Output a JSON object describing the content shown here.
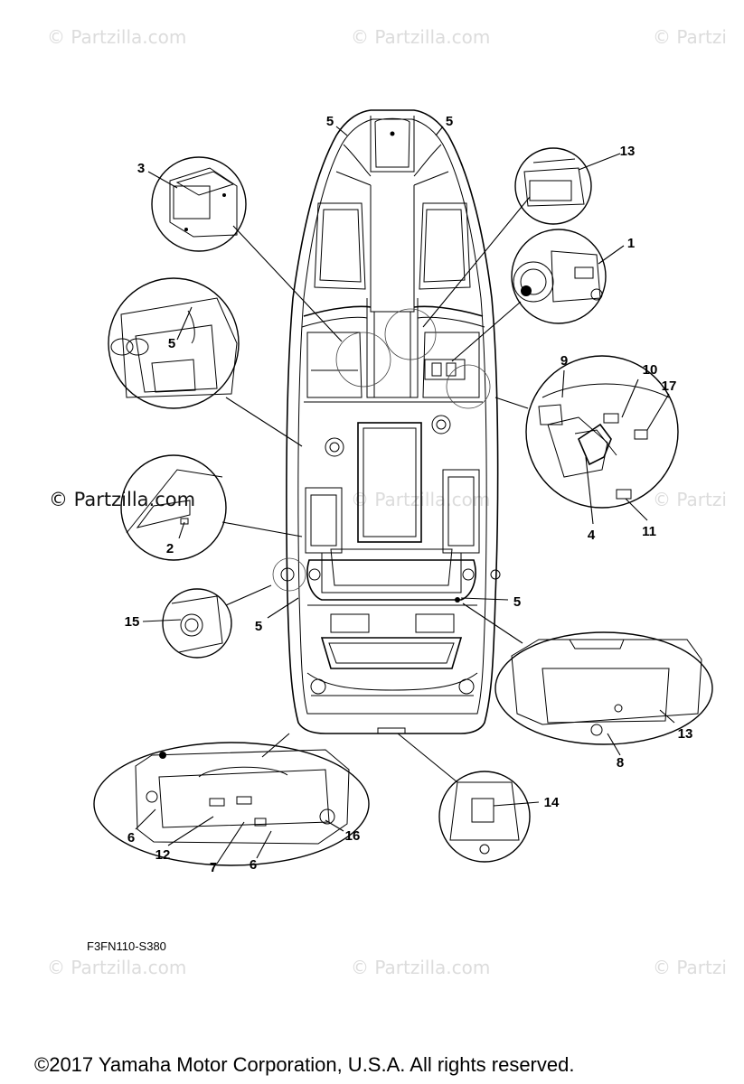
{
  "watermarks": {
    "top_left": "© Partzilla.com",
    "top_center": "© Partzilla.com",
    "top_right": "© Partzi",
    "main": "© Partzilla.com",
    "mid_center": "© Partzilla.com",
    "mid_right": "© Partzi",
    "bottom_left": "© Partzilla.com",
    "bottom_center": "© Partzilla.com",
    "bottom_right": "© Partzi"
  },
  "callouts": {
    "c1": "1",
    "c2": "2",
    "c3": "3",
    "c4": "4",
    "c5a": "5",
    "c5b": "5",
    "c5c": "5",
    "c5d": "5",
    "c5e": "5",
    "c6a": "6",
    "c6b": "6",
    "c7": "7",
    "c8": "8",
    "c9": "9",
    "c10": "10",
    "c11": "11",
    "c12": "12",
    "c13a": "13",
    "c13b": "13",
    "c14": "14",
    "c15": "15",
    "c16": "16",
    "c17": "17"
  },
  "diagram_code": "F3FN110-S380",
  "copyright": "©2017  Yamaha Motor Corporation, U.S.A. All rights reserved."
}
